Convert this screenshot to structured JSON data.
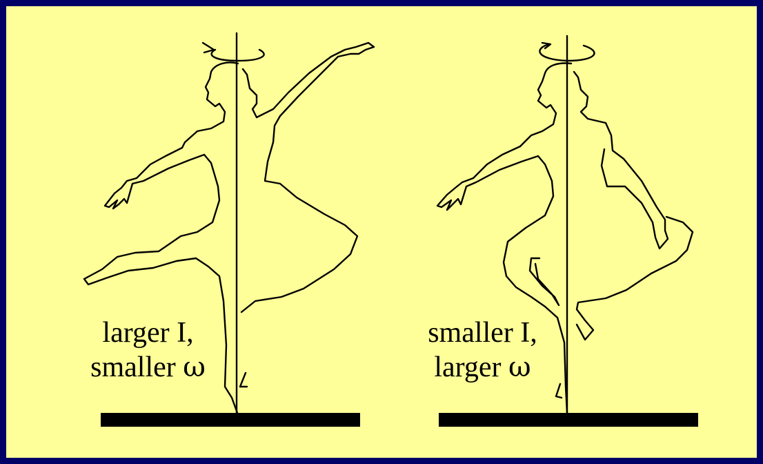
{
  "diagram": {
    "left_dancer": {
      "line1": "larger I,",
      "line2_prefix": "smaller ",
      "line2_symbol": "ω"
    },
    "right_dancer": {
      "line1": "smaller I,",
      "line2_prefix": "larger ",
      "line2_symbol": "ω"
    }
  },
  "colors": {
    "background_border": "#000066",
    "slide_background": "#ffff99",
    "ink": "#000000"
  }
}
